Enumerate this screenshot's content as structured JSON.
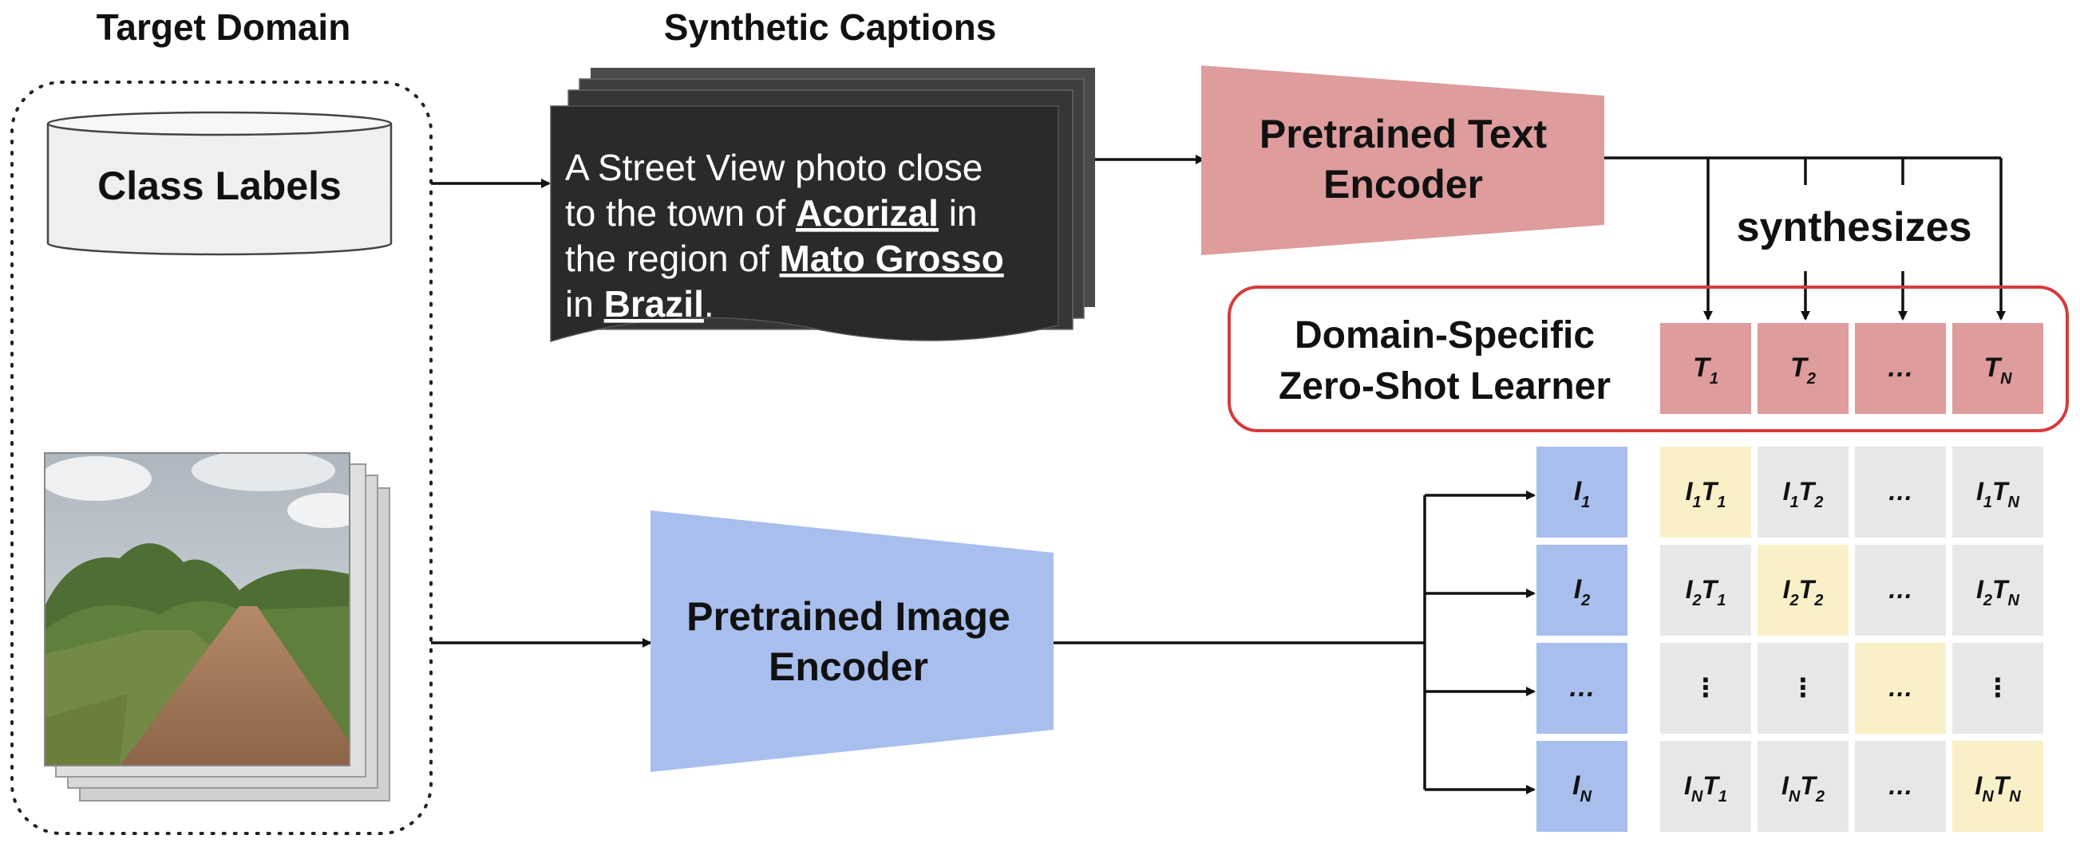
{
  "headers": {
    "target_domain": "Target Domain",
    "synthetic_captions": "Synthetic Captions"
  },
  "class_labels": "Class Labels",
  "caption": {
    "line1": "A Street View photo close",
    "line2_pre": "to the town of ",
    "town": "Acorizal",
    "line2_post": " in",
    "line3_pre": "the region of ",
    "region": "Mato Grosso",
    "line4_pre": "in ",
    "country": "Brazil",
    "line4_post": "."
  },
  "text_encoder": {
    "line1": "Pretrained Text",
    "line2": "Encoder"
  },
  "image_encoder": {
    "line1": "Pretrained Image",
    "line2": "Encoder"
  },
  "synthesizes": "synthesizes",
  "learner": {
    "line1": "Domain-Specific",
    "line2": "Zero-Shot Learner"
  },
  "text_embeddings": [
    {
      "main": "T",
      "sub": "1"
    },
    {
      "main": "T",
      "sub": "2"
    },
    {
      "main": "…",
      "sub": ""
    },
    {
      "main": "T",
      "sub": "N"
    }
  ],
  "image_embeddings": [
    {
      "main": "I",
      "sub": "1"
    },
    {
      "main": "I",
      "sub": "2"
    },
    {
      "main": "…",
      "sub": ""
    },
    {
      "main": "I",
      "sub": "N"
    }
  ],
  "ellipsis": "…",
  "vertical_ellipsis": "⋮",
  "colors": {
    "text_encoder": "#de9c9c",
    "learner_border": "#d63a3a",
    "image_encoder": "#a8bfee",
    "diagonal_cell": "#faf0c8",
    "offdiag_cell": "#e7e7e7",
    "caption_card": "#2a2a2a",
    "photo_sky": "#c8ccd0",
    "photo_road": "#a8795a",
    "photo_foliage": "#4e6e34"
  },
  "icons": {
    "class_labels": "database-cylinder-icon",
    "images": "street-view-photo-stack",
    "captions": "caption-card-stack"
  }
}
